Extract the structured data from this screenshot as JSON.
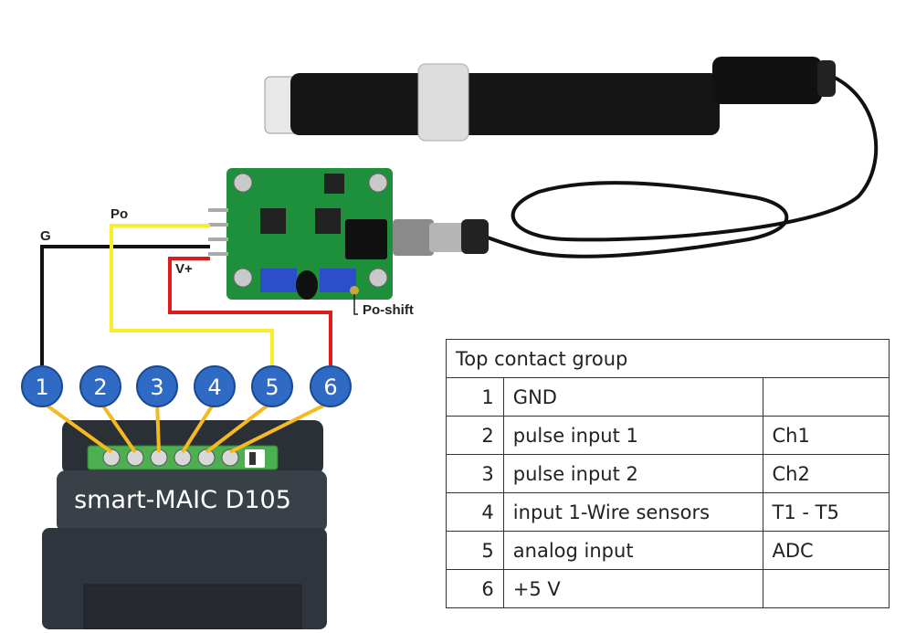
{
  "labels": {
    "po": "Po",
    "g": "G",
    "vplus": "V+",
    "po_shift": "Po-shift"
  },
  "device": {
    "name": "smart-MAIC D105"
  },
  "pins": [
    "1",
    "2",
    "3",
    "4",
    "5",
    "6"
  ],
  "wire_colors": {
    "ground": "#111111",
    "signal": "#f5ef2a",
    "power": "#e01b1b",
    "leader": "#f5b921"
  },
  "table": {
    "header": "Top contact group",
    "rows": [
      {
        "num": "1",
        "desc": "GND",
        "ch": ""
      },
      {
        "num": "2",
        "desc": "pulse input 1",
        "ch": "Ch1"
      },
      {
        "num": "3",
        "desc": "pulse input 2",
        "ch": "Ch2"
      },
      {
        "num": "4",
        "desc": "input 1-Wire sensors",
        "ch": "T1 - T5"
      },
      {
        "num": "5",
        "desc": "analog input",
        "ch": "ADC"
      },
      {
        "num": "6",
        "desc": "+5 V",
        "ch": ""
      }
    ]
  }
}
